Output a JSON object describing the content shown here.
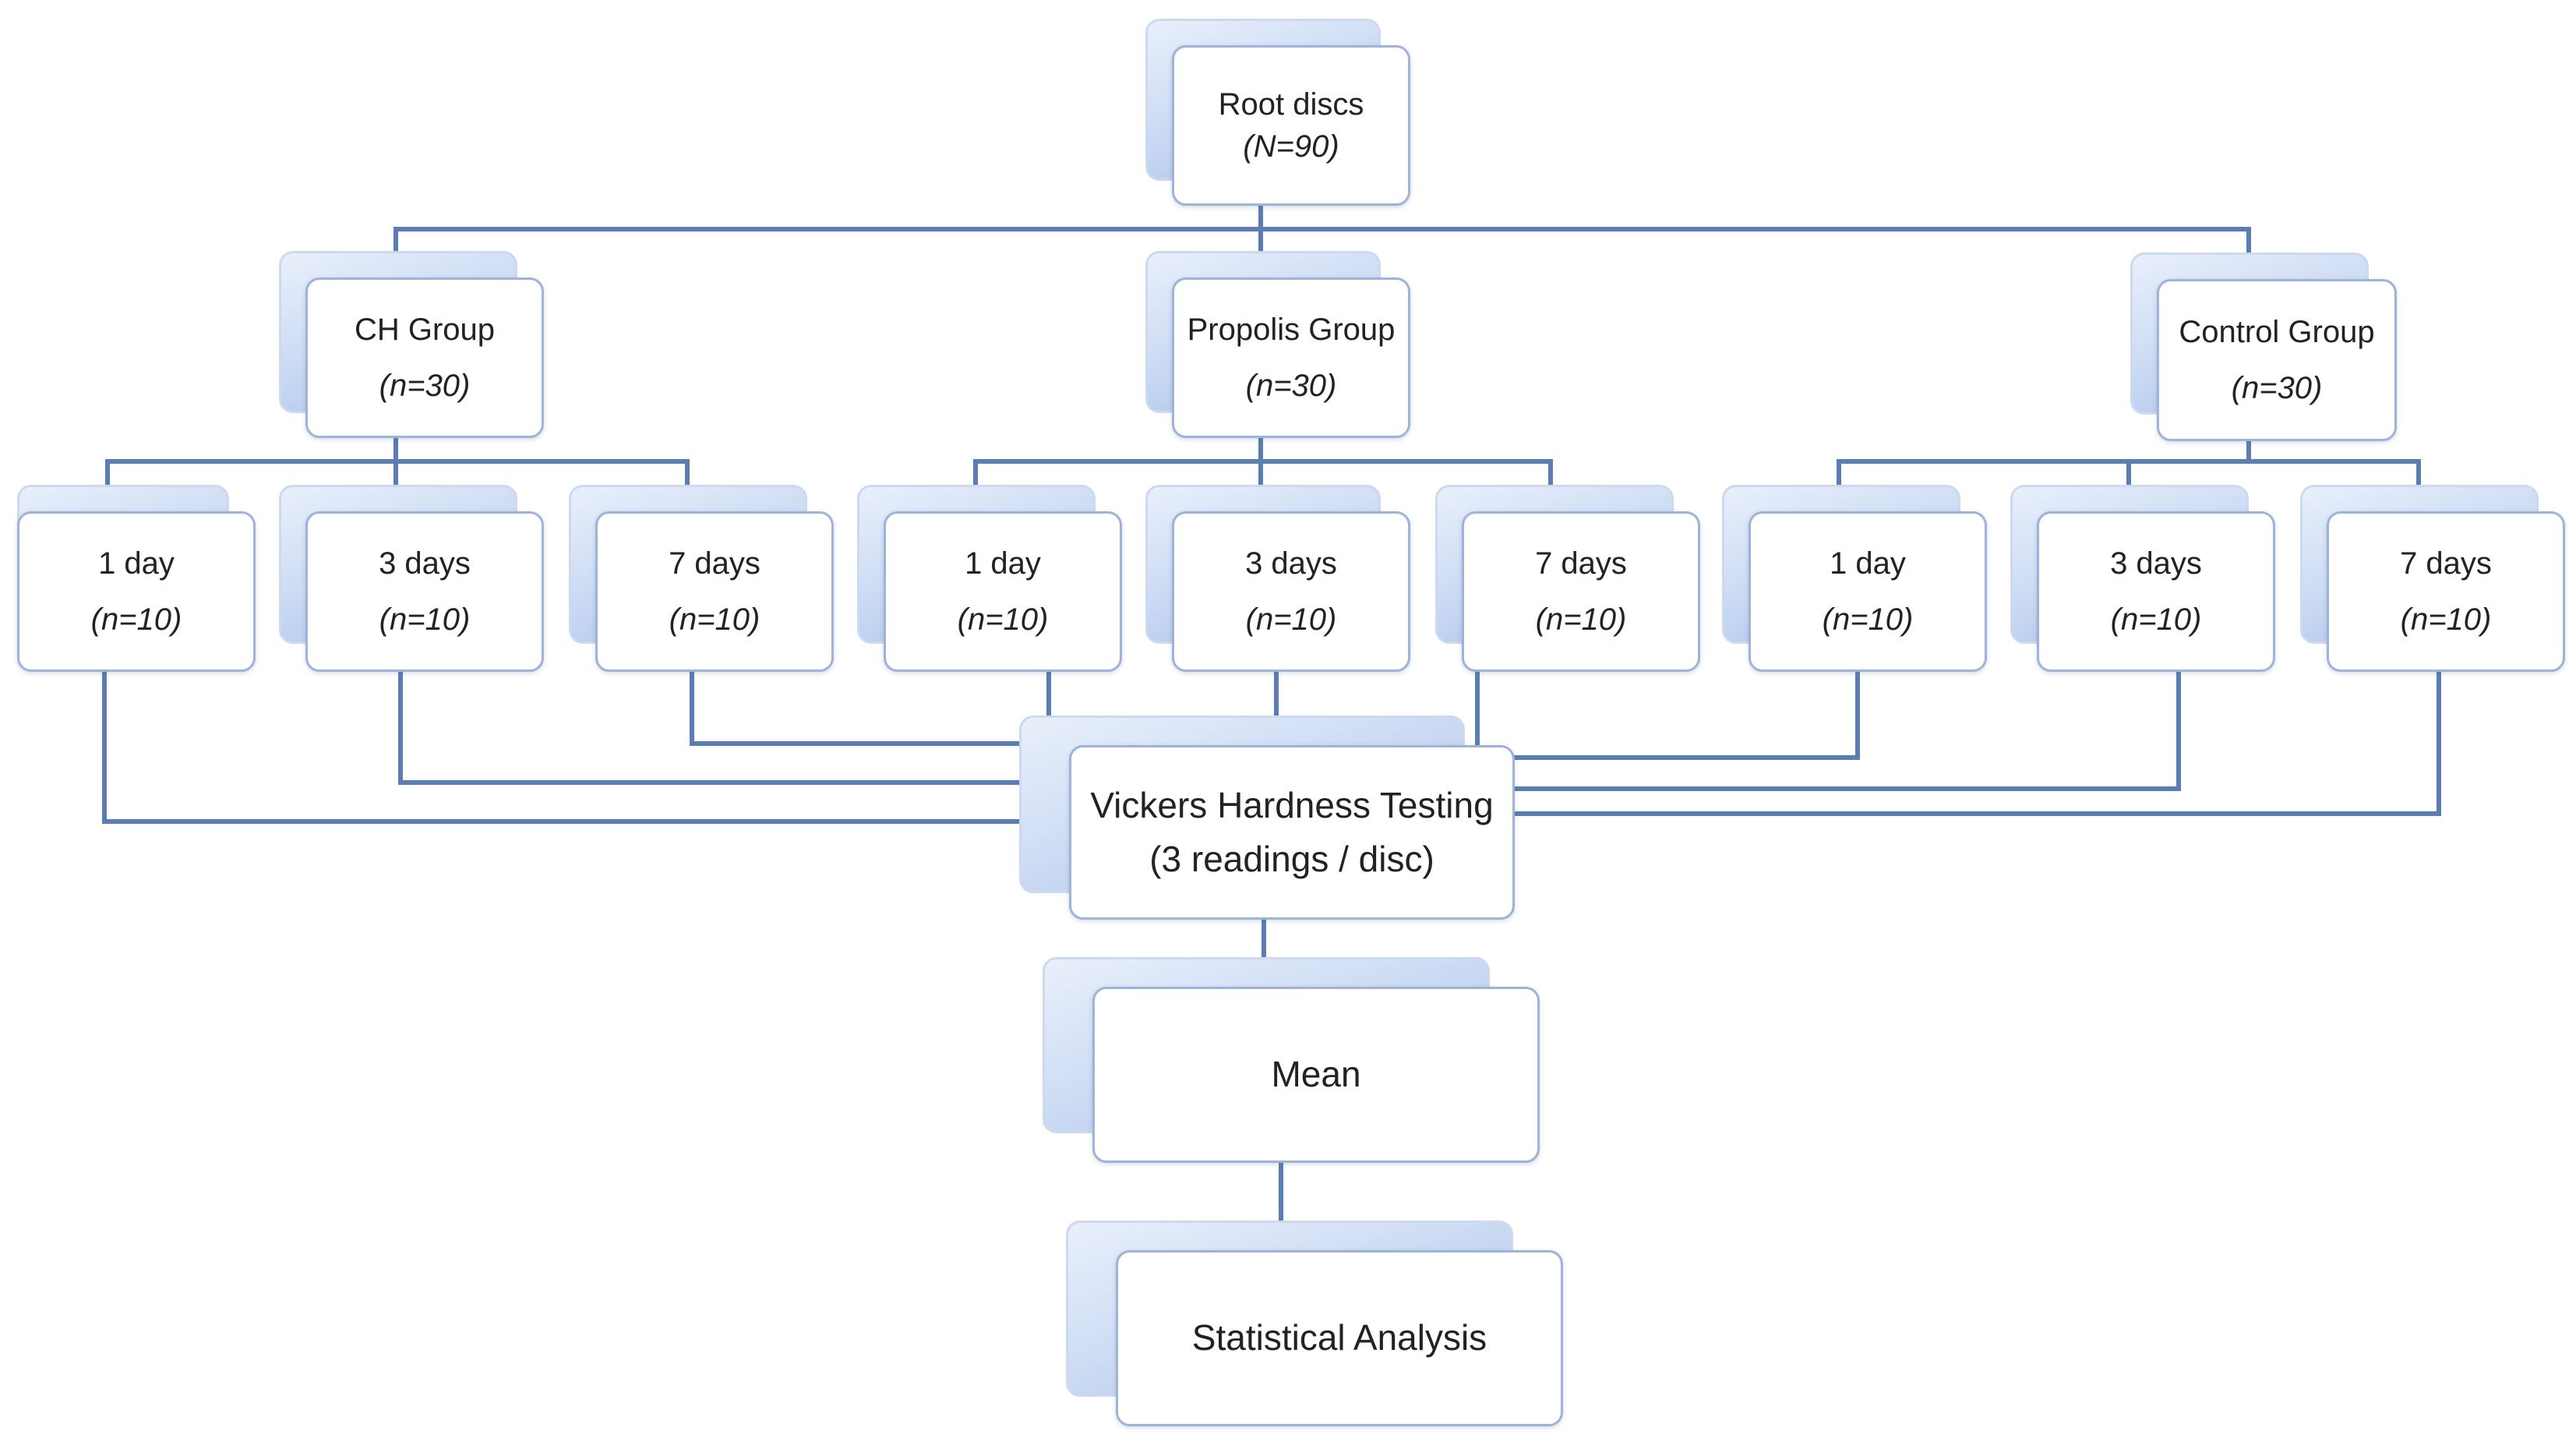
{
  "root": {
    "label": "Root discs",
    "count": "(N=90)"
  },
  "groups": [
    {
      "id": "ch",
      "label": "CH Group",
      "count": "(n=30)",
      "periods": [
        {
          "label": "1 day",
          "count": "(n=10)"
        },
        {
          "label": "3 days",
          "count": "(n=10)"
        },
        {
          "label": "7 days",
          "count": "(n=10)"
        }
      ]
    },
    {
      "id": "propolis",
      "label": "Propolis Group",
      "count": "(n=30)",
      "periods": [
        {
          "label": "1 day",
          "count": "(n=10)"
        },
        {
          "label": "3 days",
          "count": "(n=10)"
        },
        {
          "label": "7 days",
          "count": "(n=10)"
        }
      ]
    },
    {
      "id": "control",
      "label": "Control Group",
      "count": "(n=30)",
      "periods": [
        {
          "label": "1 day",
          "count": "(n=10)"
        },
        {
          "label": "3 days",
          "count": "(n=10)"
        },
        {
          "label": "7 days",
          "count": "(n=10)"
        }
      ]
    }
  ],
  "testing": {
    "label": "Vickers Hardness Testing",
    "detail": "(3 readings / disc)"
  },
  "mean": {
    "label": "Mean"
  },
  "analysis": {
    "label": "Statistical Analysis"
  },
  "colors": {
    "connector": "#5a7db5",
    "box_border": "#9db3d9",
    "shadow_gradient_end": "#9fbbea"
  }
}
